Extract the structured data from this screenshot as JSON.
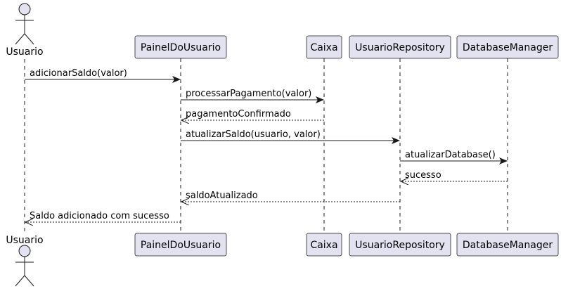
{
  "colors": {
    "participant_fill": "#E2E2F0",
    "participant_stroke": "#181818",
    "lifeline": "#181818",
    "arrow": "#181818"
  },
  "participants": [
    {
      "id": "usuario",
      "label": "Usuario",
      "kind": "actor"
    },
    {
      "id": "painel",
      "label": "PainelDoUsuario",
      "kind": "participant"
    },
    {
      "id": "caixa",
      "label": "Caixa",
      "kind": "participant"
    },
    {
      "id": "repo",
      "label": "UsuarioRepository",
      "kind": "participant"
    },
    {
      "id": "db",
      "label": "DatabaseManager",
      "kind": "participant"
    }
  ],
  "messages": [
    {
      "from": "usuario",
      "to": "painel",
      "label": "adicionarSaldo(valor)",
      "style": "solid"
    },
    {
      "from": "painel",
      "to": "caixa",
      "label": "processarPagamento(valor)",
      "style": "solid"
    },
    {
      "from": "caixa",
      "to": "painel",
      "label": "pagamentoConfirmado",
      "style": "dashed"
    },
    {
      "from": "painel",
      "to": "repo",
      "label": "atualizarSaldo(usuario, valor)",
      "style": "solid"
    },
    {
      "from": "repo",
      "to": "db",
      "label": "atualizarDatabase()",
      "style": "solid"
    },
    {
      "from": "db",
      "to": "repo",
      "label": "sucesso",
      "style": "dashed"
    },
    {
      "from": "repo",
      "to": "painel",
      "label": "saldoAtualizado",
      "style": "dashed"
    },
    {
      "from": "painel",
      "to": "usuario",
      "label": "Saldo adicionado com sucesso",
      "style": "dashed"
    }
  ]
}
